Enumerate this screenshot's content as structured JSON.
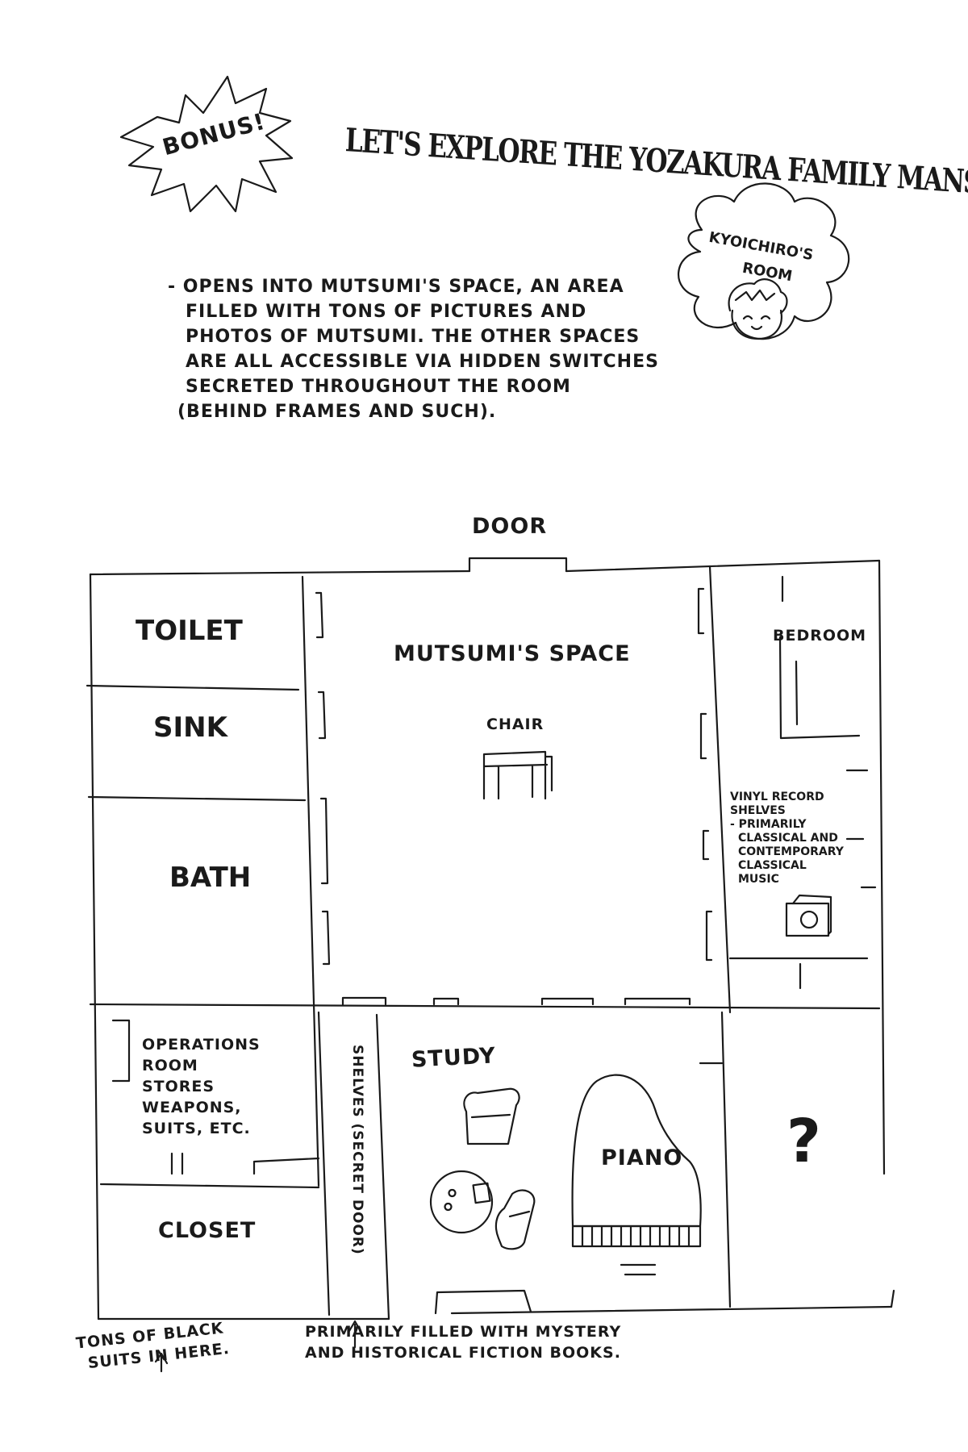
{
  "header": {
    "badge": "BONUS!",
    "title": "LET'S EXPLORE THE YOZAKURA FAMILY MANSION!",
    "room_badge_line1": "KYOICHIRO'S",
    "room_badge_line2": "ROOM"
  },
  "description": [
    "- OPENS INTO MUTSUMI'S SPACE, AN AREA",
    "FILLED WITH TONS OF PICTURES AND",
    "PHOTOS OF MUTSUMI. THE OTHER SPACES",
    "ARE ALL ACCESSIBLE VIA HIDDEN SWITCHES",
    "SECRETED THROUGHOUT THE ROOM",
    "(BEHIND FRAMES AND SUCH)."
  ],
  "floorplan": {
    "door": "DOOR",
    "toilet": "TOILET",
    "sink": "SINK",
    "bath": "BATH",
    "mutsumis_space": "MUTSUMI'S SPACE",
    "chair": "CHAIR",
    "bedroom": "BEDROOM",
    "vinyl": [
      "VINYL RECORD",
      "SHELVES",
      "- PRIMARILY",
      "CLASSICAL AND",
      "CONTEMPORARY",
      "CLASSICAL",
      "MUSIC"
    ],
    "operations": [
      "OPERATIONS",
      "ROOM",
      "STORES",
      "WEAPONS,",
      "SUITS, ETC."
    ],
    "closet": "CLOSET",
    "shelves": "SHELVES (SECRET DOOR)",
    "study": "STUDY",
    "piano": "PIANO",
    "unknown": "?"
  },
  "notes": {
    "closet_note": [
      "TONS OF BLACK",
      "SUITS IN HERE."
    ],
    "shelves_note": [
      "PRIMARILY FILLED WITH MYSTERY",
      "AND HISTORICAL FICTION BOOKS."
    ]
  }
}
